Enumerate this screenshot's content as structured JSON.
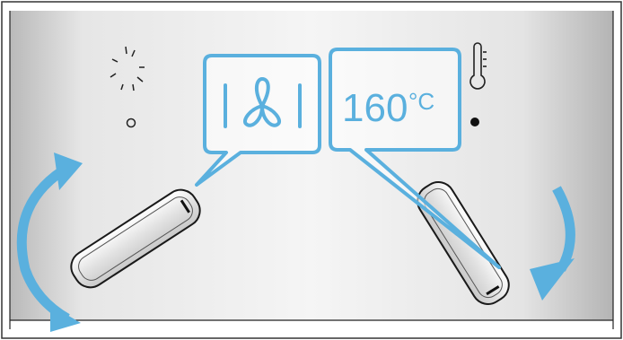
{
  "colors": {
    "accent": "#5ab0de",
    "panel_light": "#f4f4f4",
    "panel_dark": "#b8b8b8",
    "outline": "#1a1a1a"
  },
  "left_control": {
    "indicators": [
      "light-icon",
      "off-position-icon"
    ],
    "callout_icon": "fan-icon",
    "rotation": "both-directions"
  },
  "right_control": {
    "indicators": [
      "thermometer-icon",
      "off-position-dot-icon"
    ],
    "temperature_value": "160",
    "temperature_unit": "°C",
    "rotation": "clockwise"
  }
}
